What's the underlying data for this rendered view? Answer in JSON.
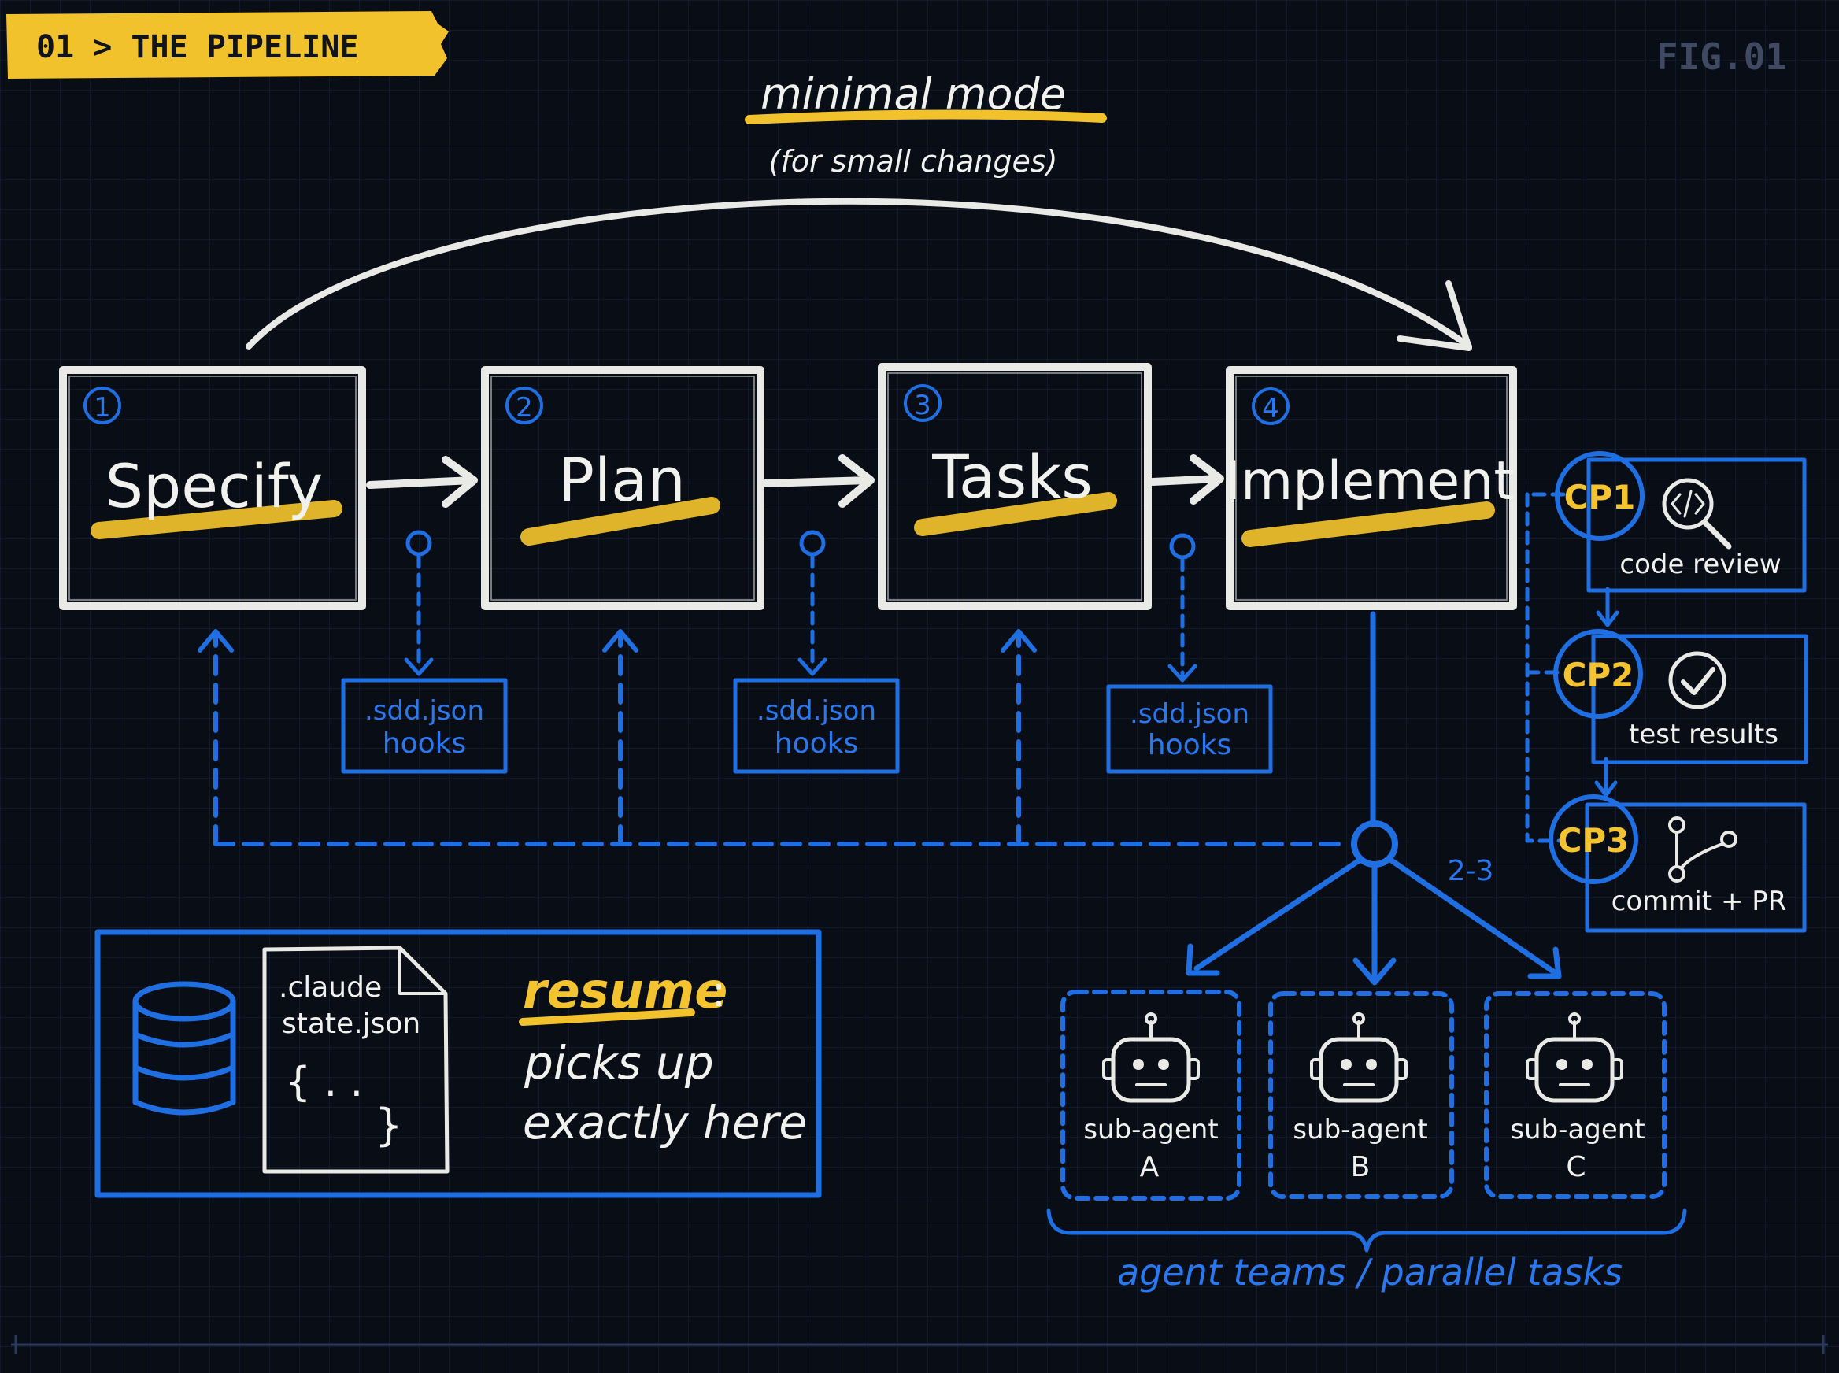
{
  "header": {
    "tag": "01 > THE PIPELINE",
    "figure": "FIG.01"
  },
  "minimal_mode": {
    "title": "minimal mode",
    "subtitle": "(for small changes)"
  },
  "stages": [
    {
      "number": "1",
      "label": "Specify"
    },
    {
      "number": "2",
      "label": "Plan"
    },
    {
      "number": "3",
      "label": "Tasks"
    },
    {
      "number": "4",
      "label": "Implement"
    }
  ],
  "hooks": [
    {
      "line1": ".sdd.json",
      "line2": "hooks"
    },
    {
      "line1": ".sdd.json",
      "line2": "hooks"
    },
    {
      "line1": ".sdd.json",
      "line2": "hooks"
    }
  ],
  "checkpoints": [
    {
      "id": "CP1",
      "label": "code review",
      "icon": "code-review-icon"
    },
    {
      "id": "CP2",
      "label": "test results",
      "icon": "check-circle-icon"
    },
    {
      "id": "CP3",
      "label": "commit + PR",
      "icon": "git-branch-icon"
    }
  ],
  "fanout_count": "2-3",
  "agents": [
    {
      "line1": "sub-agent",
      "line2": "A",
      "icon": "robot-icon"
    },
    {
      "line1": "sub-agent",
      "line2": "B",
      "icon": "robot-icon"
    },
    {
      "line1": "sub-agent",
      "line2": "C",
      "icon": "robot-icon"
    }
  ],
  "agents_caption": "agent teams / parallel tasks",
  "resume_panel": {
    "file_line1": ".claude",
    "file_line2": "state.json",
    "file_body": "{ . .",
    "file_close": "}",
    "keyword": "resume",
    "colon": ":",
    "line1": "picks up",
    "line2": "exactly here"
  },
  "colors": {
    "background": "#090d16",
    "chalk": "#e9e9e6",
    "blue": "#1f6fe3",
    "yellow": "#f2c22c"
  }
}
